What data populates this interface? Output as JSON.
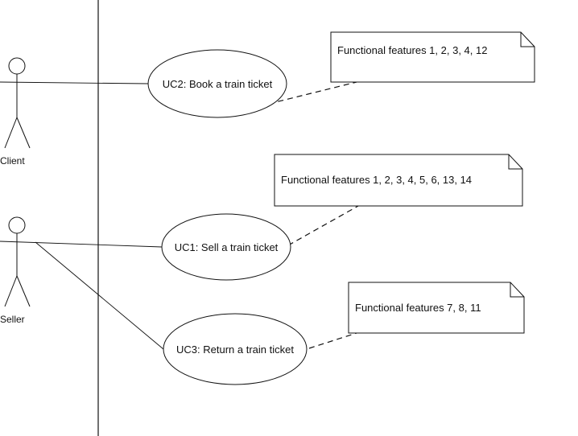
{
  "actors": [
    {
      "id": "client",
      "label": "Client"
    },
    {
      "id": "seller",
      "label": "Seller"
    }
  ],
  "use_cases": [
    {
      "id": "uc2",
      "label": "UC2: Book a train ticket"
    },
    {
      "id": "uc1",
      "label": "UC1: Sell a train ticket"
    },
    {
      "id": "uc3",
      "label": "UC3: Return a train ticket"
    }
  ],
  "notes": [
    {
      "id": "note-uc2",
      "label": "Functional features 1, 2, 3, 4, 12"
    },
    {
      "id": "note-uc1",
      "label": "Functional features 1, 2, 3, 4, 5, 6, 13, 14"
    },
    {
      "id": "note-uc3",
      "label": "Functional features 7, 8, 11"
    }
  ],
  "associations": [
    {
      "from": "client",
      "to": "uc2"
    },
    {
      "from": "seller",
      "to": "uc1"
    },
    {
      "from": "seller",
      "to": "uc3"
    }
  ],
  "note_links": [
    {
      "note": "note-uc2",
      "use_case": "uc2"
    },
    {
      "note": "note-uc1",
      "use_case": "uc1"
    },
    {
      "note": "note-uc3",
      "use_case": "uc3"
    }
  ],
  "colors": {
    "stroke": "#111111",
    "background": "#ffffff"
  }
}
